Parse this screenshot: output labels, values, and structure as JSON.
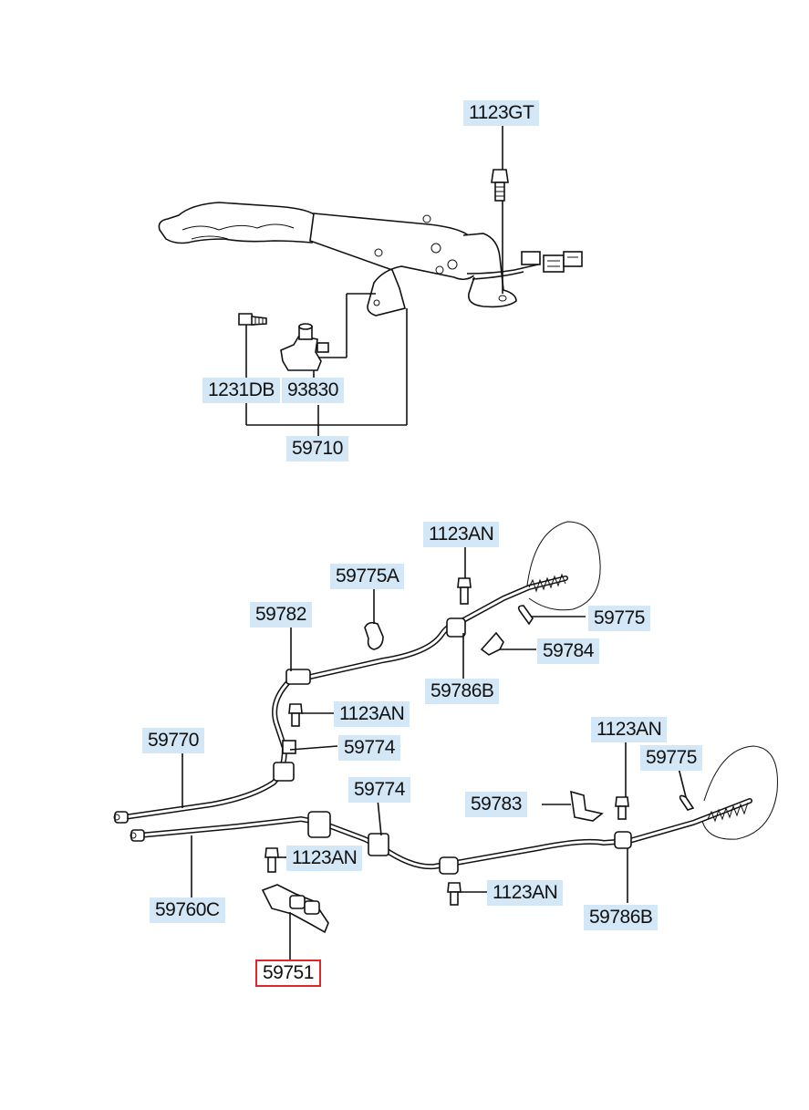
{
  "diagram": {
    "labels": {
      "bolt_top": "1123GT",
      "bolt_lever": "1231DB",
      "switch": "93830",
      "lever_assy": "59710",
      "bolt_upper_rh": "1123AN",
      "clip_upper": "59775A",
      "retainer_upper_rh": "59775",
      "bracket_upper": "59782",
      "bracket_upper_rh": "59784",
      "bolt_upper_mid": "1123AN",
      "clamp_upper_rh": "59786B",
      "cable_upper": "59770",
      "clip_mid": "59774",
      "bolt_lower_rh": "1123AN",
      "retainer_lower_rh": "59775",
      "clip_lower": "59774",
      "bracket_lower_rh": "59783",
      "bolt_equalizer": "1123AN",
      "bolt_lower_mid": "1123AN",
      "cable_lower": "59760C",
      "clamp_lower_rh": "59786B",
      "equalizer": "59751"
    },
    "colors": {
      "label_bg": "#d3e7f6",
      "highlight": "#e0262c",
      "line": "#111111"
    }
  }
}
